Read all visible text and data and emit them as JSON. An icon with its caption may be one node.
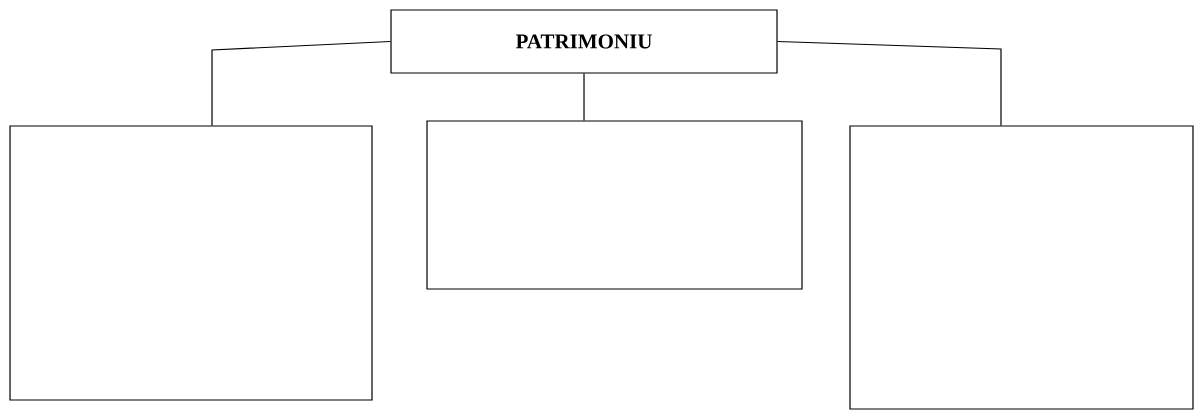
{
  "diagram": {
    "nodes": [
      {
        "text": [
          "PATRIMONIU"
        ]
      },
      {
        "text": [],
        "shape": "box"
      },
      {
        "text": [],
        "shape": "box"
      },
      {
        "text": [],
        "shape": "box"
      }
    ],
    "edges": [
      {
        "from": 0,
        "to": 1,
        "arrow": "none"
      },
      {
        "from": 0,
        "to": 2,
        "arrow": "none"
      },
      {
        "from": 0,
        "to": 3,
        "arrow": "none"
      }
    ]
  }
}
